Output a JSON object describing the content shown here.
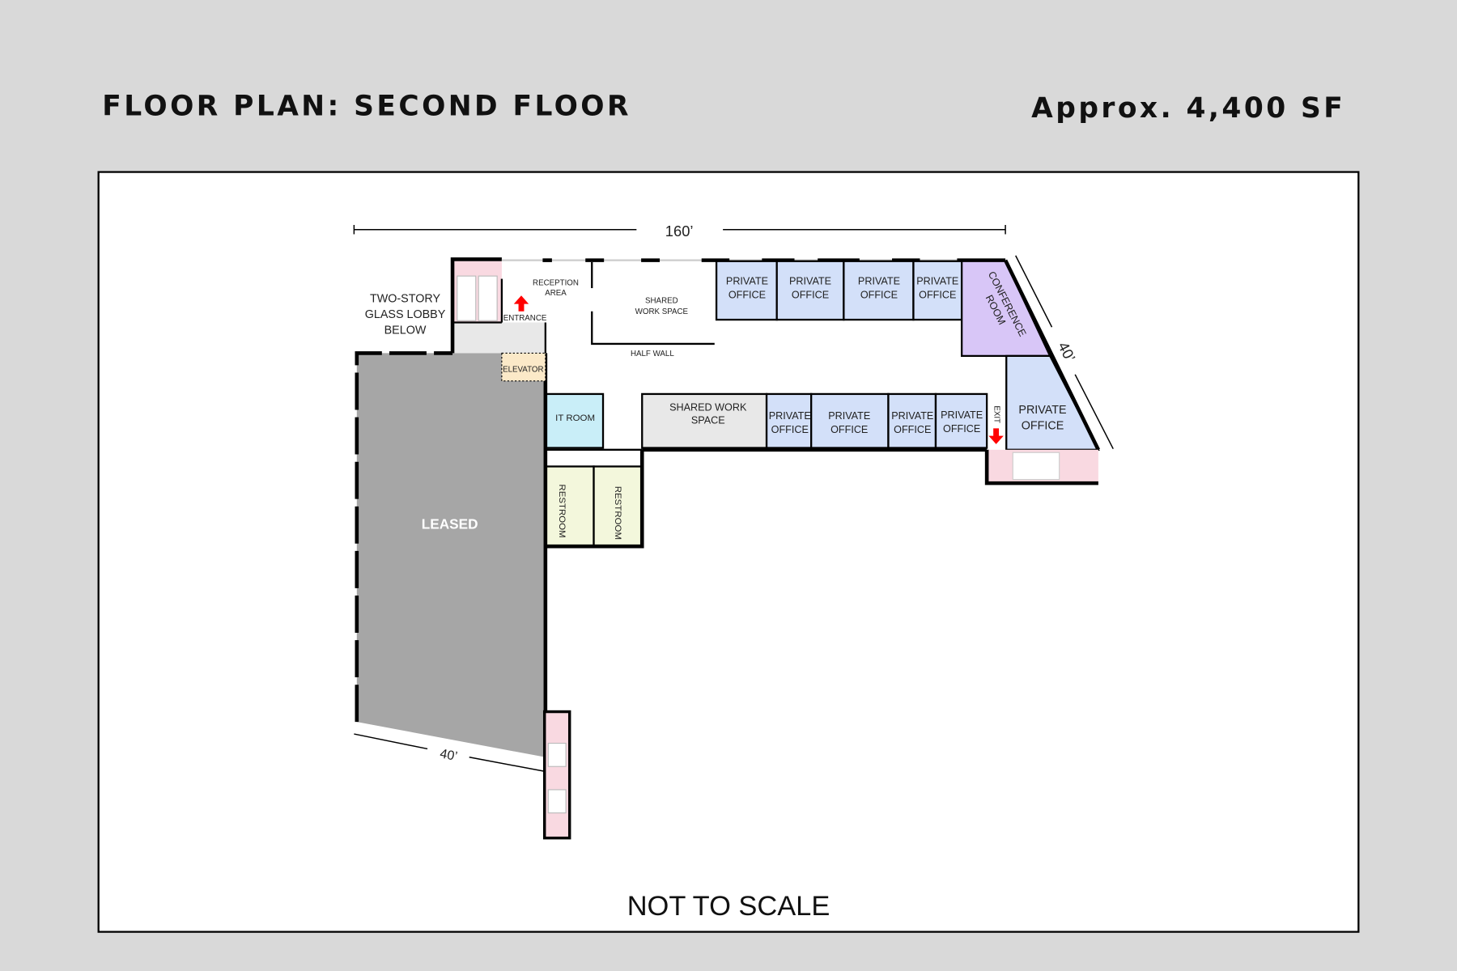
{
  "header": {
    "title": "FLOOR PLAN:  SECOND FLOOR",
    "area": "Approx. 4,400 SF"
  },
  "plan": {
    "dimensions": {
      "top": "160’",
      "right": "40’",
      "bottom_left": "40’"
    },
    "rooms": {
      "two_story_lobby": [
        "TWO-STORY",
        "GLASS LOBBY",
        "BELOW"
      ],
      "reception": [
        "RECEPTION",
        "AREA"
      ],
      "entrance": "ENTRANCE",
      "shared_work_top": [
        "SHARED",
        "WORK SPACE"
      ],
      "half_wall": "HALF WALL",
      "elevator": "ELEVATOR",
      "it_room": "IT ROOM",
      "leased": "LEASED",
      "restroom_1": "RESTROOM",
      "restroom_2": "RESTROOM",
      "shared_work_bottom": [
        "SHARED WORK",
        "SPACE"
      ],
      "private_office": [
        "PRIVATE",
        "OFFICE"
      ],
      "conference": [
        "CONFERENCE",
        "ROOM"
      ],
      "exit": "EXIT"
    },
    "colors": {
      "office": "#d3e0f9",
      "conference": "#d8c6f7",
      "it_room": "#c9eef8",
      "restroom": "#f3f7dc",
      "stair": "#f9d9e1",
      "elevator": "#fbe9c8",
      "leased": "#a6a6a6",
      "arrow": "#ff0000"
    }
  },
  "footer": {
    "note": "NOT TO SCALE"
  }
}
